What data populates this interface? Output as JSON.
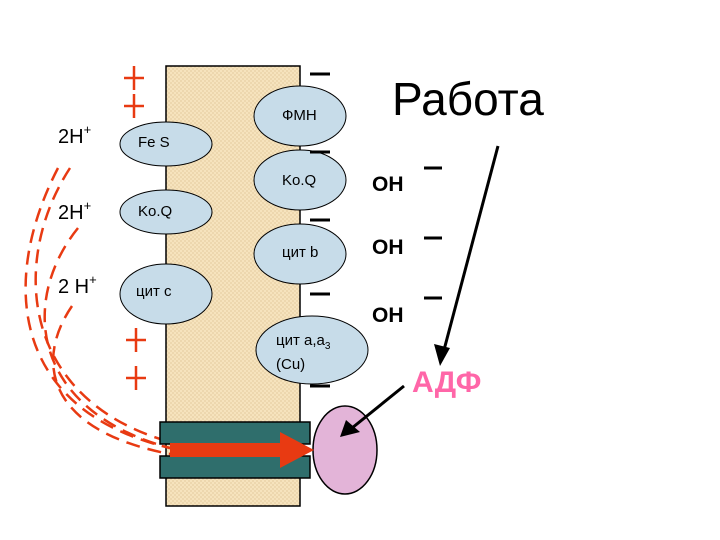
{
  "title": "Работа",
  "protons": [
    {
      "text": "2H",
      "sup": "+"
    },
    {
      "text": "2H",
      "sup": "+"
    },
    {
      "text": "2 H",
      "sup": "+"
    }
  ],
  "left_carriers": [
    "Fe S",
    "Ko.Q",
    "цит c"
  ],
  "right_carriers": {
    "fmn": "ФМН",
    "koq": "Ko.Q",
    "cyt_b": "цит b",
    "cyt_aa3_line1": "цит a,a",
    "cyt_aa3_sub": "3",
    "cyt_aa3_line2": "(Cu)"
  },
  "hydroxides": [
    "OH",
    "OH",
    "OH"
  ],
  "adp": "АДФ",
  "colors": {
    "membrane": "#f6e3bd",
    "carrier": "#c7dce9",
    "atp_synthase": "#2f6e6c",
    "f1_head": "#e3b4d8",
    "proton_path": "#e83a12",
    "adp_text": "#ff66a8"
  }
}
